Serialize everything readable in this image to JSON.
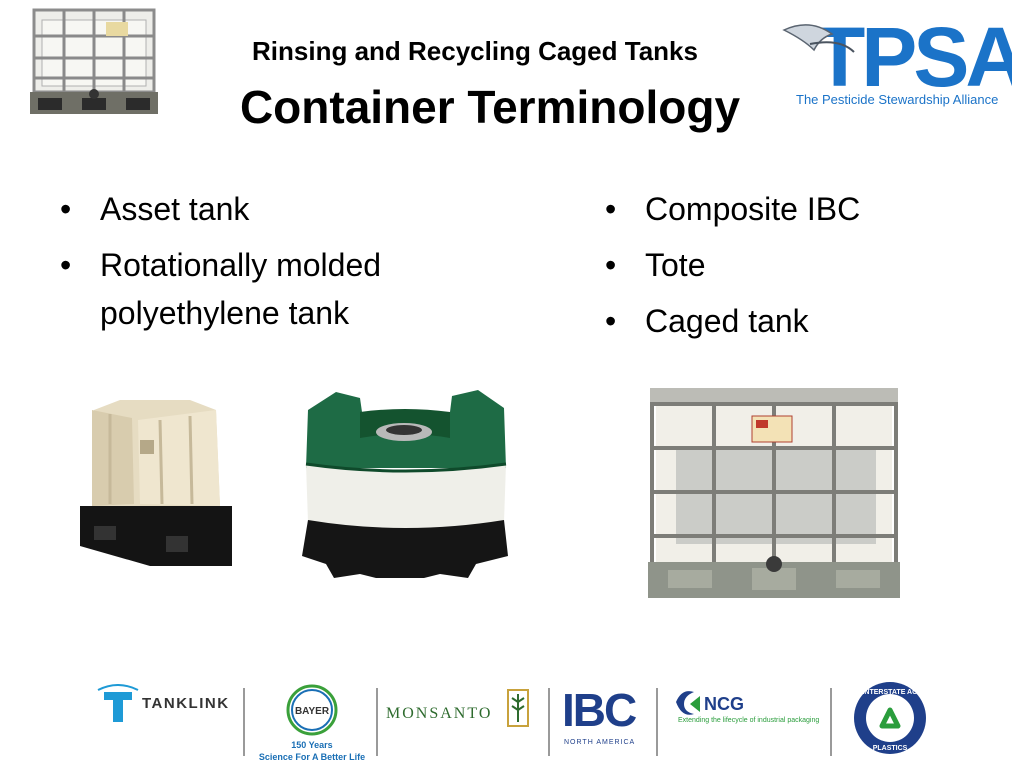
{
  "header": {
    "subtitle": "Rinsing and Recycling Caged Tanks",
    "title": "Container Terminology"
  },
  "brand": {
    "name": "TPSA",
    "tagline": "The Pesticide Stewardship Alliance",
    "color": "#1b73c8"
  },
  "left_bullets": [
    "Asset tank",
    "Rotationally molded polyethylene tank"
  ],
  "right_bullets": [
    "Composite IBC",
    "Tote",
    "Caged tank"
  ],
  "sponsors": {
    "tanklink": "TANKLINK",
    "bayer_logo": "BAYER",
    "bayer_tag1": "150 Years",
    "bayer_tag2": "Science For A Better Life",
    "monsanto": "MONSANTO",
    "ibc": "IBC",
    "ibc_sub": "NORTH AMERICA",
    "ncg": "NCG",
    "ncg_tag": "Extending the lifecycle of industrial packaging",
    "interstate_top": "INTERSTATE AG",
    "interstate_bottom": "PLASTICS"
  },
  "images": {
    "top_left": "ibc-tote-icon",
    "asset_tank": "beige-asset-tank",
    "roto_tank": "green-roto-tank",
    "caged_tank": "caged-ibc-tank"
  }
}
